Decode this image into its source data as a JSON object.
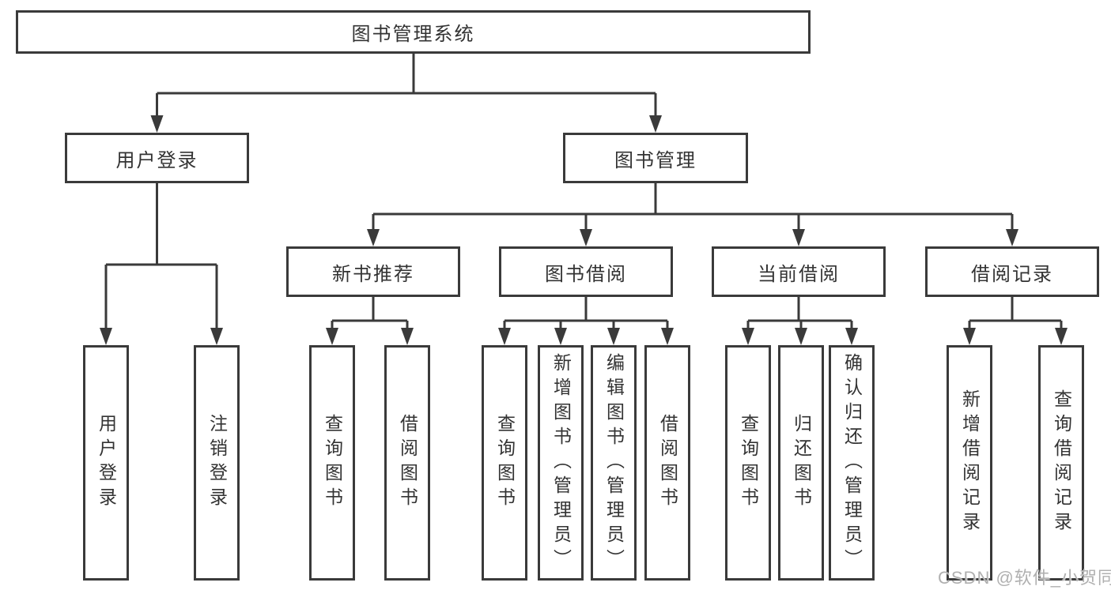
{
  "colors": {
    "line": "#3a3a3a",
    "text": "#333333",
    "watermark": "#b0b0b0",
    "bg": "#ffffff"
  },
  "tree": {
    "label": "图书管理系统",
    "children": [
      {
        "label": "用户登录",
        "children": [
          {
            "label": "用户登录"
          },
          {
            "label": "注销登录"
          }
        ]
      },
      {
        "label": "图书管理",
        "children": [
          {
            "label": "新书推荐",
            "children": [
              {
                "label": "查询图书"
              },
              {
                "label": "借阅图书"
              }
            ]
          },
          {
            "label": "图书借阅",
            "children": [
              {
                "label": "查询图书"
              },
              {
                "label": "新增图书（管理员）"
              },
              {
                "label": "编辑图书（管理员）"
              },
              {
                "label": "借阅图书"
              }
            ]
          },
          {
            "label": "当前借阅",
            "children": [
              {
                "label": "查询图书"
              },
              {
                "label": "归还图书"
              },
              {
                "label": "确认归还（管理员）"
              }
            ]
          },
          {
            "label": "借阅记录",
            "children": [
              {
                "label": "新增借阅记录"
              },
              {
                "label": "查询借阅记录"
              }
            ]
          }
        ]
      }
    ]
  },
  "watermark": "CSDN @软件_小贺同学"
}
